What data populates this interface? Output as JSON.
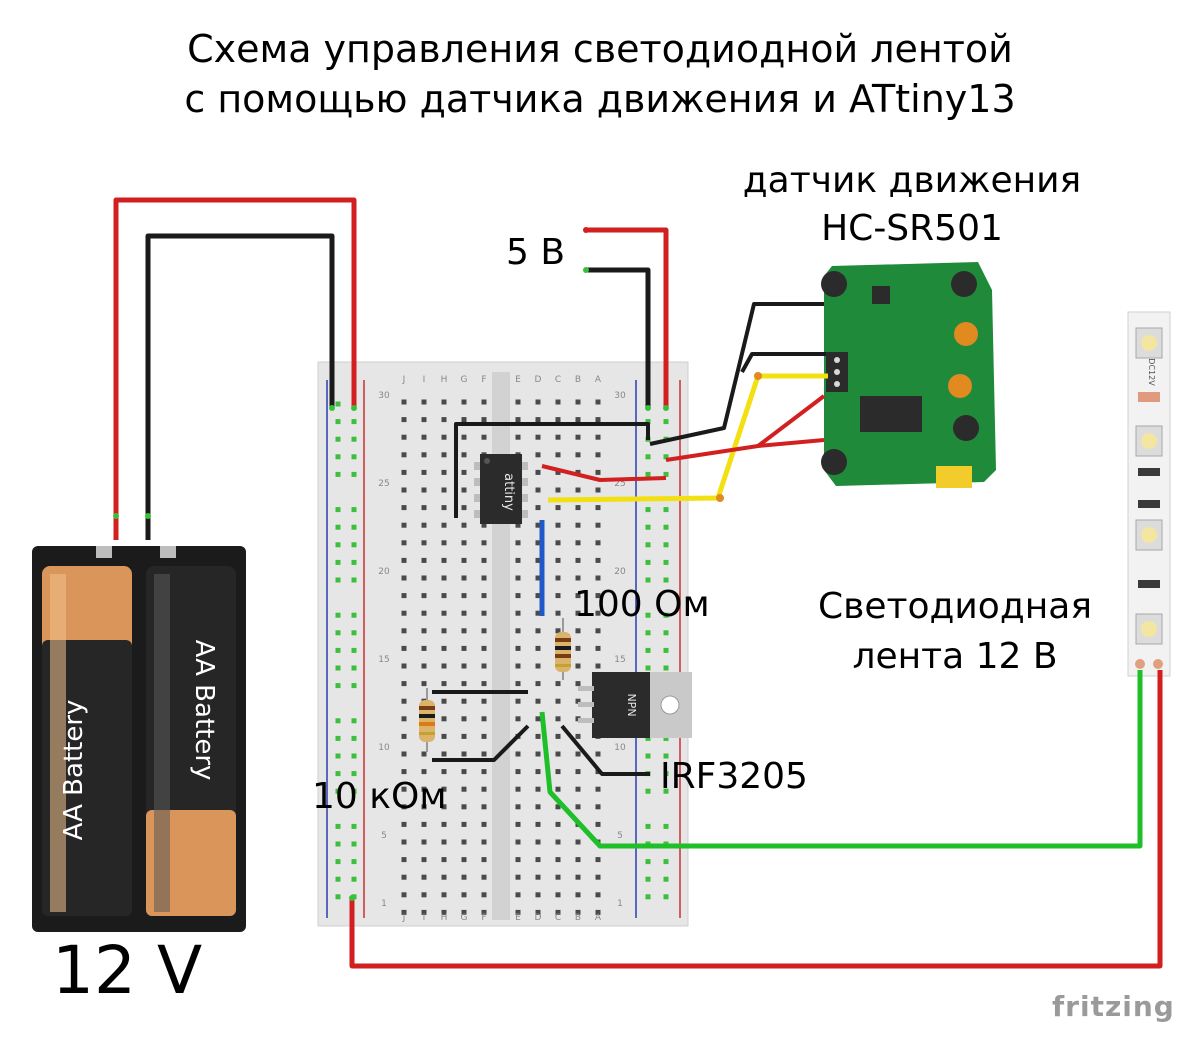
{
  "title": {
    "line1": "Схема управления светодиодной лентой",
    "line2": "с помощью датчика движения и ATtiny13"
  },
  "labels": {
    "sensor_line1": "датчик движения",
    "sensor_line2": "HC-SR501",
    "supply_5v": "5 В",
    "resistor_100": "100 Ом",
    "resistor_10k": "10 кОм",
    "mosfet": "IRF3205",
    "strip_line1": "Светодиодная",
    "strip_line2": "лента 12 В",
    "battery_voltage": "12 V",
    "attiny_chip": "attiny",
    "transistor_text": "NPN",
    "battery_cell": "AA Battery",
    "strip_marking": "DC12V",
    "watermark": "fritzing"
  },
  "breadboard": {
    "col_letters_left": [
      "J",
      "I",
      "H",
      "G",
      "F"
    ],
    "col_letters_right": [
      "E",
      "D",
      "C",
      "B",
      "A"
    ],
    "row_numbers": [
      "30",
      "25",
      "20",
      "15",
      "10",
      "5",
      "1"
    ]
  },
  "colors": {
    "wire_red": "#d21f1f",
    "wire_black": "#1a1a1a",
    "wire_yellow": "#f2e012",
    "wire_green": "#1fbf2a",
    "wire_blue": "#2058c8",
    "pcb_green": "#1f8a3a",
    "battery_copper": "#d9955a",
    "breadboard": "#e9e9e9"
  }
}
